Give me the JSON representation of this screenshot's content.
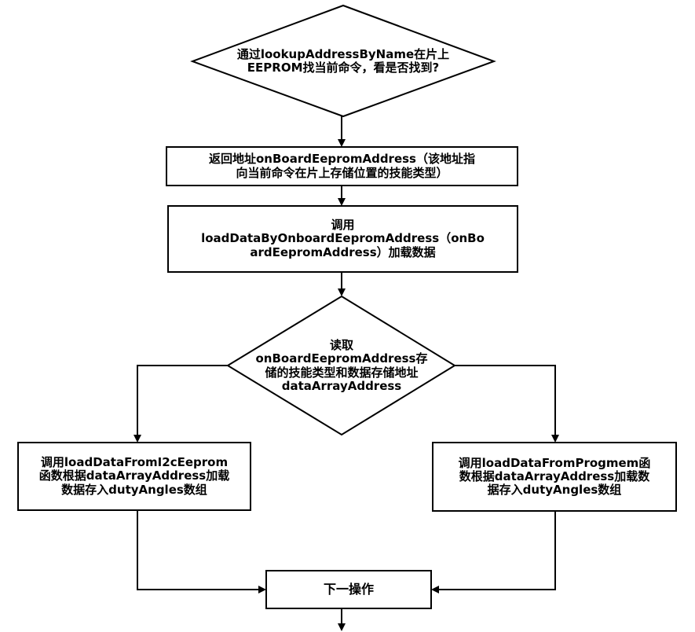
{
  "nodes": {
    "check_current_command": "通过lookupAddressByName在片上\nEEPROM找当前命令，看是否找到?",
    "return_address": "返回地址onBoardEepromAddress（该地址指\n向当前命令在片上存储位置的技能类型）",
    "call_load_by_onboard": "调用\nloadDataByOnboardEepromAddress（onBo\nardEepromAddress）加载数据",
    "read_skill_and_data_address": "读取\nonBoardEepromAddress存\n储的技能类型和数据存储地址\ndataArrayAddress",
    "load_from_i2c_eeprom": "调用loadDataFromI2cEeprom\n函数根据dataArrayAddress加载\n数据存入dutyAngles数组",
    "load_from_progmem": "调用loadDataFromProgmem函\n数根据dataArrayAddress加载数\n据存入dutyAngles数组",
    "next_operation": "下一操作"
  },
  "colors": {
    "line": "#000000",
    "fill": "#ffffff",
    "text": "#000000"
  }
}
